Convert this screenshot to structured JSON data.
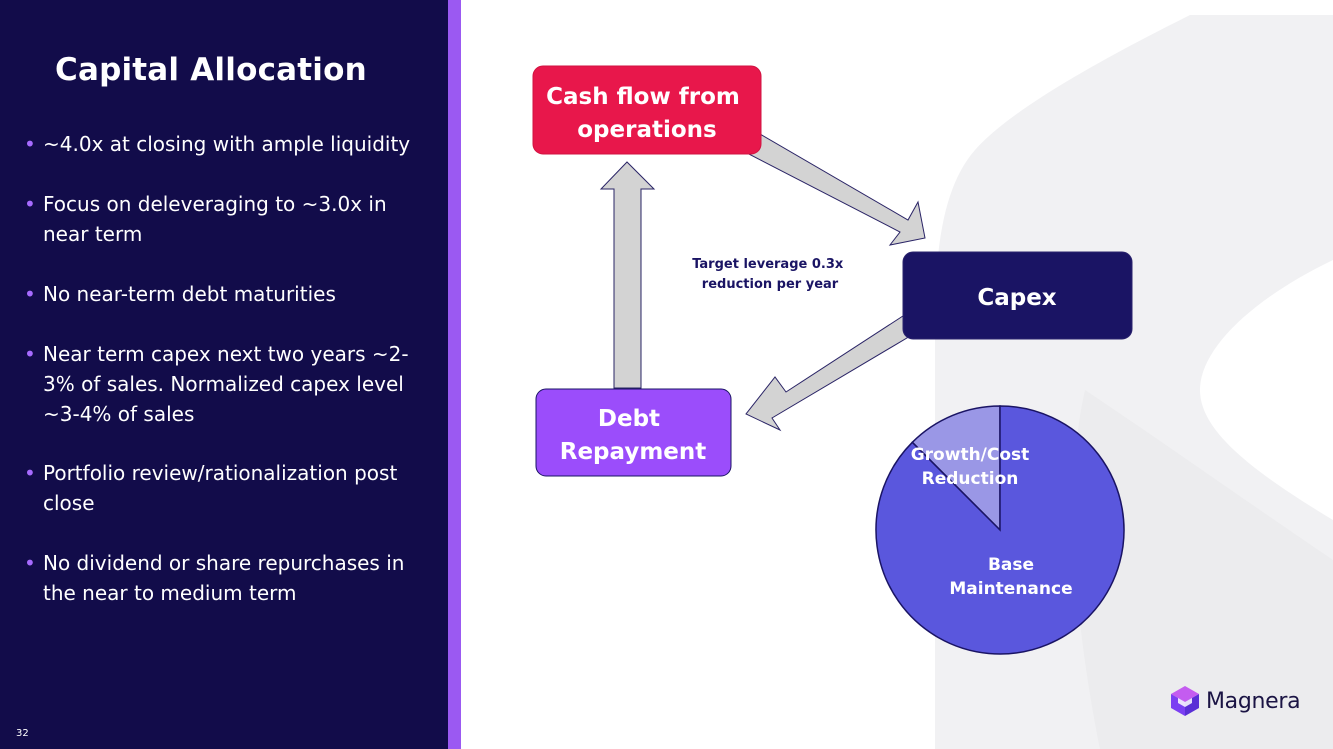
{
  "slide": {
    "title": "Capital Allocation",
    "page_number": "32",
    "brand": "Magnera"
  },
  "bullets": [
    {
      "lines": [
        "~4.0x at closing with ample liquidity"
      ]
    },
    {
      "lines": [
        "Focus on deleveraging to ~3.0x in",
        "near term"
      ]
    },
    {
      "lines": [
        "No near-term debt maturities"
      ]
    },
    {
      "lines": [
        "Near term capex next two years ~2-",
        "3% of sales.  Normalized capex level",
        "~3-4% of sales"
      ]
    },
    {
      "lines": [
        "Portfolio review/rationalization post",
        "close"
      ]
    },
    {
      "lines": [
        "No dividend or share repurchases in",
        "the near to medium term"
      ]
    }
  ],
  "diagram": {
    "nodes": {
      "cash_flow": {
        "lines": [
          "Cash flow from",
          "operations"
        ],
        "color": "#e8174b"
      },
      "capex": {
        "lines": [
          "Capex"
        ],
        "color": "#1a1464"
      },
      "debt_repayment": {
        "lines": [
          "Debt",
          "Repayment"
        ],
        "color": "#9b4dfb"
      }
    },
    "annotation": [
      "Target leverage 0.3x",
      "reduction per year"
    ],
    "arrow_color": "#d3d3d3"
  },
  "chart_data": {
    "type": "pie",
    "categories": [
      "Growth/Cost Reduction",
      "Base Maintenance"
    ],
    "values": [
      12.5,
      87.5
    ],
    "labels": [
      [
        "Growth/Cost",
        "Reduction"
      ],
      [
        "Base",
        "Maintenance"
      ]
    ],
    "colors": [
      "#9a97e6",
      "#5a57dd"
    ]
  }
}
